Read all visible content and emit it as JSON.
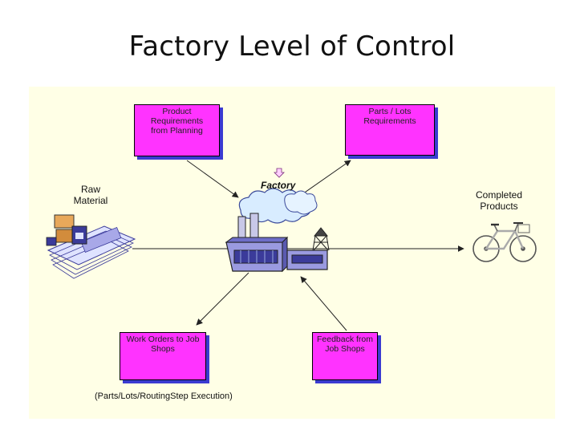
{
  "title": "Factory Level of Control",
  "boxes": {
    "product_requirements": "Product\nRequirements\nfrom Planning",
    "parts_lots": "Parts / Lots\nRequirements",
    "work_orders": "Work Orders to Job\nShops",
    "feedback": "Feedback from\nJob Shops"
  },
  "labels": {
    "raw_material": "Raw\nMaterial",
    "completed_products": "Completed\nProducts",
    "factory": "Factory",
    "execution_note": "(Parts/Lots/RoutingStep Execution)"
  },
  "colors": {
    "box_fill": "#ff33ff",
    "box_shadow": "#3b3bd1",
    "panel": "#ffffe6"
  }
}
